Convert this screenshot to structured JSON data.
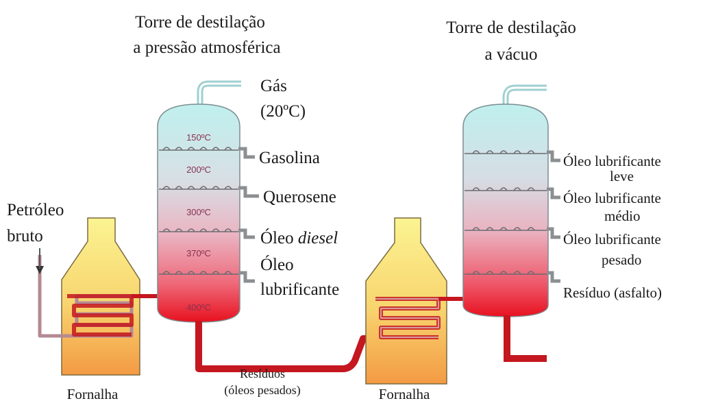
{
  "titles": {
    "atm_line1": "Torre de destilação",
    "atm_line2": "a pressão atmosférica",
    "vac_line1": "Torre de destilação",
    "vac_line2": "a vácuo"
  },
  "atmospheric_tower": {
    "gas_line1": "Gás",
    "gas_line2": "(20ºC)",
    "products": [
      {
        "label": "Gasolina"
      },
      {
        "label": "Querosene"
      },
      {
        "label_plain": "Óleo ",
        "label_italic": "diesel"
      },
      {
        "label_line1": "Óleo",
        "label_line2": "lubrificante"
      }
    ],
    "temperatures": [
      "150ºC",
      "200ºC",
      "300ºC",
      "370ºC",
      "400ºC"
    ]
  },
  "vacuum_tower": {
    "products": [
      {
        "line1": "Óleo lubrificante",
        "line2": "leve"
      },
      {
        "line1": "Óleo lubrificante",
        "line2": "médio"
      },
      {
        "line1": "Óleo lubrificante",
        "line2": "pesado"
      },
      {
        "line1": "Resíduo (asfalto)"
      }
    ]
  },
  "feed": {
    "line1": "Petróleo",
    "line2": "bruto"
  },
  "residues": {
    "line1": "Resíduos",
    "line2": "(óleos pesados)"
  },
  "furnaces": {
    "left": "Fornalha",
    "right": "Fornalha"
  },
  "colors": {
    "tower_top": "#bff0ee",
    "tower_mid": "#e9b9c6",
    "tower_bottom": "#ea1f2c",
    "furnace_top": "#fbf390",
    "furnace_bottom": "#f4a24a",
    "pipe_dark": "#c4171f",
    "pipe_light": "#b9a0a8"
  }
}
